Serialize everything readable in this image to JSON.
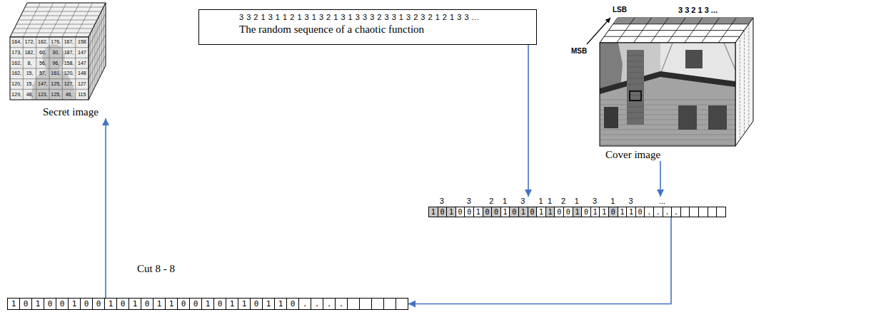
{
  "diagram": {
    "nodes": [
      {
        "text": [
          "Secret image"
        ]
      },
      {
        "text": [
          "3 3 2 1 3 1 1 2 1 3 1 3 2 1 3 1 3 3 3 2 3 3 1 3 2 3 2 1 2 1 3 3 ...",
          "The random sequence of a chaotic function"
        ]
      },
      {
        "text": [
          "Cover image"
        ]
      },
      {
        "text": [
          "3",
          "3",
          "2",
          "1",
          "3",
          "1",
          "1",
          "2",
          "1",
          "3",
          "1",
          "3",
          "...",
          "1",
          "0",
          "1",
          "0",
          "0",
          "1",
          "0",
          "0",
          "1",
          "0",
          "1",
          "0",
          "1",
          "1",
          "0",
          "0",
          "1",
          "0",
          "1",
          "1",
          "0",
          "1",
          "1",
          "0",
          ".",
          ".",
          ".",
          "."
        ]
      },
      {
        "text": [
          "1",
          "0",
          "1",
          "0",
          "0",
          "1",
          "0",
          "0",
          "1",
          "0",
          "1",
          "0",
          "1",
          "1",
          "0",
          "0",
          "1",
          "0",
          "1",
          "1",
          "0",
          "1",
          "1",
          "0",
          ".",
          ".",
          ".",
          "."
        ]
      }
    ],
    "edges": [
      {
        "from": 1,
        "to": 3,
        "arrow": "to"
      },
      {
        "from": 2,
        "to": 3,
        "arrow": "to"
      },
      {
        "from": 3,
        "to": 4,
        "arrow": "to"
      },
      {
        "from": 4,
        "to": 0,
        "arrow": "to"
      }
    ],
    "labels": [
      "164,",
      "172,",
      "162,",
      "176,",
      "167,",
      "158",
      "173,",
      "182,",
      "60,",
      "30,",
      "187,",
      "147",
      "162,",
      "8,",
      "56,",
      "96,",
      "158,",
      "147",
      "162,",
      "15,",
      "57,",
      "161,",
      "120,",
      "148",
      "120,",
      "15,",
      "147,",
      "125,",
      "127,",
      "127",
      "129,",
      "48,",
      "123,",
      "125,",
      "46,",
      "115",
      "LSB",
      "3 3 2 1 3 ...",
      "MSB",
      "Cut 8 - 8"
    ]
  }
}
